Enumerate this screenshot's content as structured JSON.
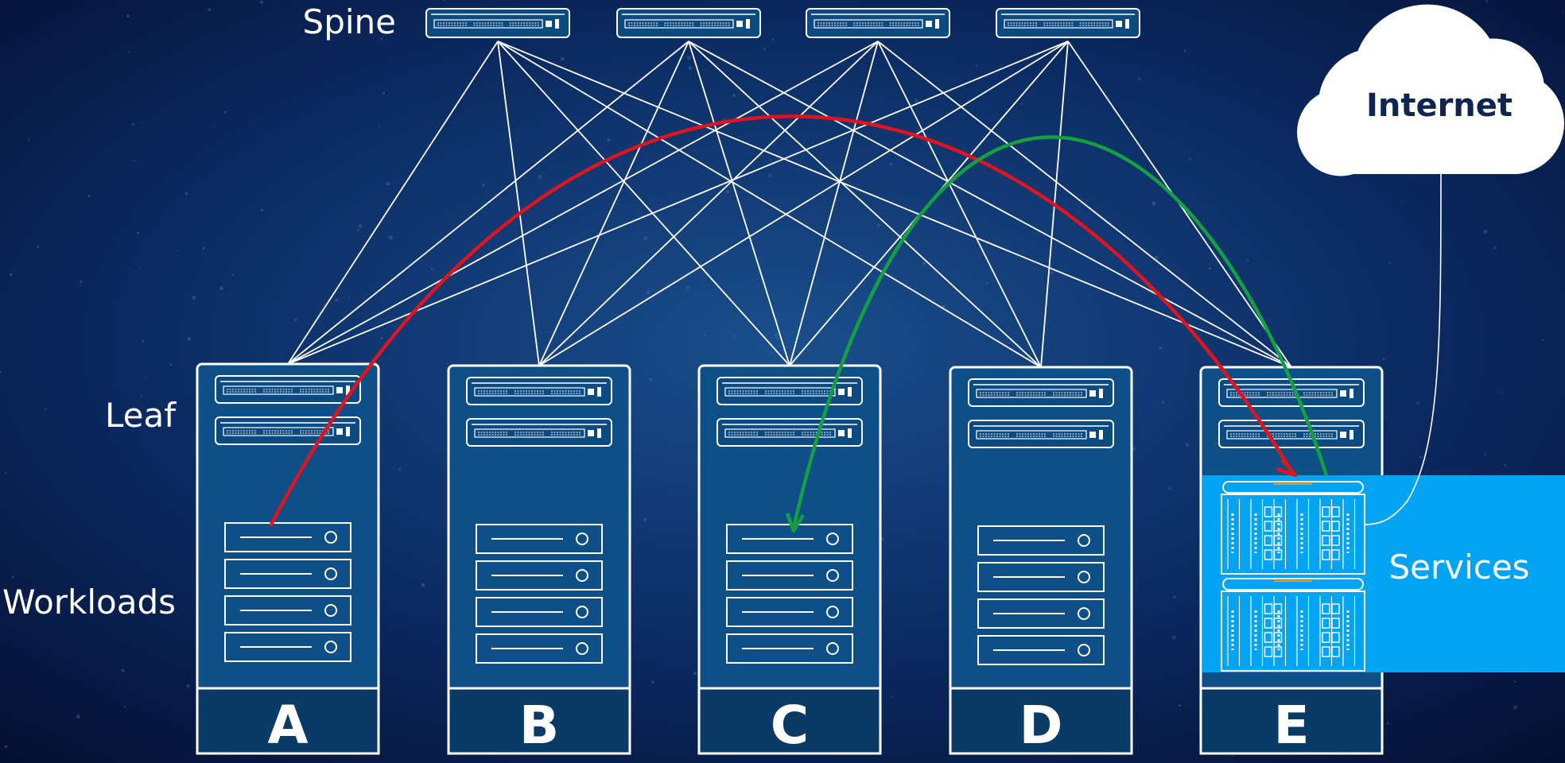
{
  "labels": {
    "spine": "Spine",
    "leaf": "Leaf",
    "workloads": "Workloads",
    "internet": "Internet",
    "services": "Services"
  },
  "racks": [
    {
      "id": "A",
      "label": "A"
    },
    {
      "id": "B",
      "label": "B"
    },
    {
      "id": "C",
      "label": "C"
    },
    {
      "id": "D",
      "label": "D"
    },
    {
      "id": "E",
      "label": "E"
    }
  ],
  "spine_switch_count": 4,
  "leaf_switches_per_rack": 2,
  "workload_servers_per_rack": 4,
  "services_appliance_count": 2,
  "flows": [
    {
      "name": "red-flow",
      "color": "#e0141e",
      "from": "A",
      "to": "E"
    },
    {
      "name": "green-flow",
      "color": "#14a040",
      "from": "E",
      "to": "C"
    }
  ],
  "colors": {
    "background": "#061a44",
    "rack_fill": "#0d4f86",
    "rack_stroke": "#ffffff",
    "rack_footer": "#0a3a66",
    "services_panel": "#02a3f2",
    "link": "#ffffff",
    "cloud_stroke": "#ffffff"
  }
}
